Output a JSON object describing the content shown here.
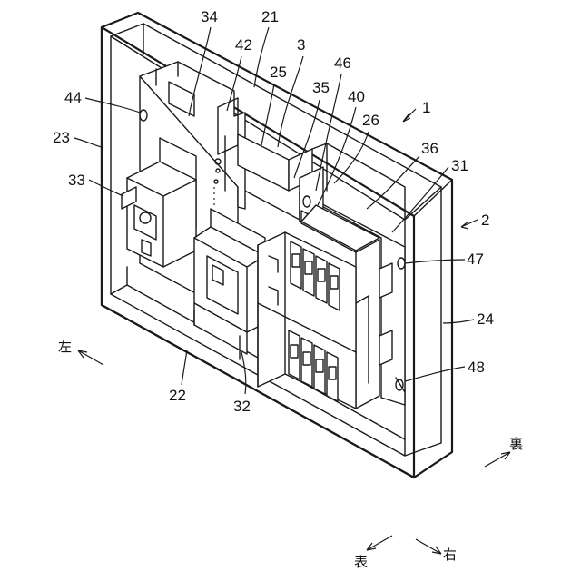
{
  "figure": {
    "labels": {
      "n1": "1",
      "n2": "2",
      "n3": "3",
      "n21": "21",
      "n22": "22",
      "n23": "23",
      "n24": "24",
      "n25": "25",
      "n26": "26",
      "n31": "31",
      "n32": "32",
      "n33": "33",
      "n34": "34",
      "n35": "35",
      "n36": "36",
      "n40": "40",
      "n42": "42",
      "n44": "44",
      "n46": "46",
      "n47": "47",
      "n48": "48"
    },
    "directions": {
      "left": "左",
      "back": "裏",
      "front": "表",
      "right": "右"
    }
  }
}
